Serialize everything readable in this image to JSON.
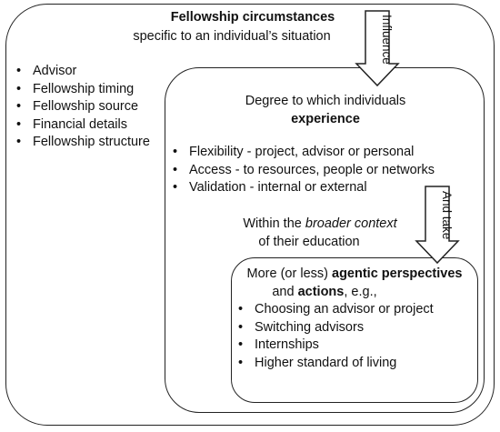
{
  "title": {
    "bold": "Fellowship circumstances",
    "sub": "specific to an individual’s situation"
  },
  "circumstances": [
    "Advisor",
    "Fellowship timing",
    "Fellowship source",
    "Financial details",
    "Fellowship structure"
  ],
  "arrow_influence": "Influence",
  "experience": {
    "pre": "Degree to which individuals",
    "bold": "experience"
  },
  "experience_items": [
    "Flexibility - project, advisor or personal",
    "Access - to resources, people or networks",
    "Validation - internal or external"
  ],
  "context": {
    "pre": "Within the",
    "italic": "broader context",
    "post": "of their education"
  },
  "arrow_take": "And take",
  "outcome": {
    "pre": "More (or less)",
    "bold1": "agentic perspectives",
    "mid": "and",
    "bold2": "actions",
    "post": ", e.g.,"
  },
  "outcome_items": [
    "Choosing an advisor or project",
    "Switching advisors",
    "Internships",
    "Higher standard of living"
  ]
}
